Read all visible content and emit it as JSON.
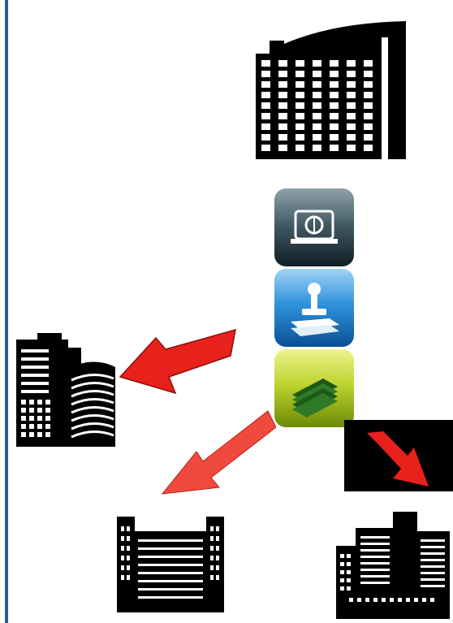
{
  "diagram": {
    "colors": {
      "left_rule": "#2a5aa0",
      "building_fill": "#000000",
      "window_fill": "#ffffff",
      "arrow_red": "#e8211c",
      "arrow_dark_box": "#000000"
    },
    "buildings": [
      {
        "icon": "building-icon-tall-grid"
      },
      {
        "icon": "building-icon-curved-tower"
      },
      {
        "icon": "building-icon-wide-block"
      },
      {
        "icon": "building-icon-stepped-tower"
      }
    ],
    "service_buttons": [
      {
        "icon": "safe-vault-icon",
        "color": "#2c3e46"
      },
      {
        "icon": "stamp-icon",
        "color": "#1e7cc8"
      },
      {
        "icon": "money-stack-icon",
        "color": "#a8c22a"
      }
    ],
    "arrows": [
      {
        "direction": "left",
        "color": "#e8211c"
      },
      {
        "direction": "down-left",
        "color": "#f04a3e"
      },
      {
        "direction": "down-right",
        "color": "#e8211c"
      }
    ]
  }
}
